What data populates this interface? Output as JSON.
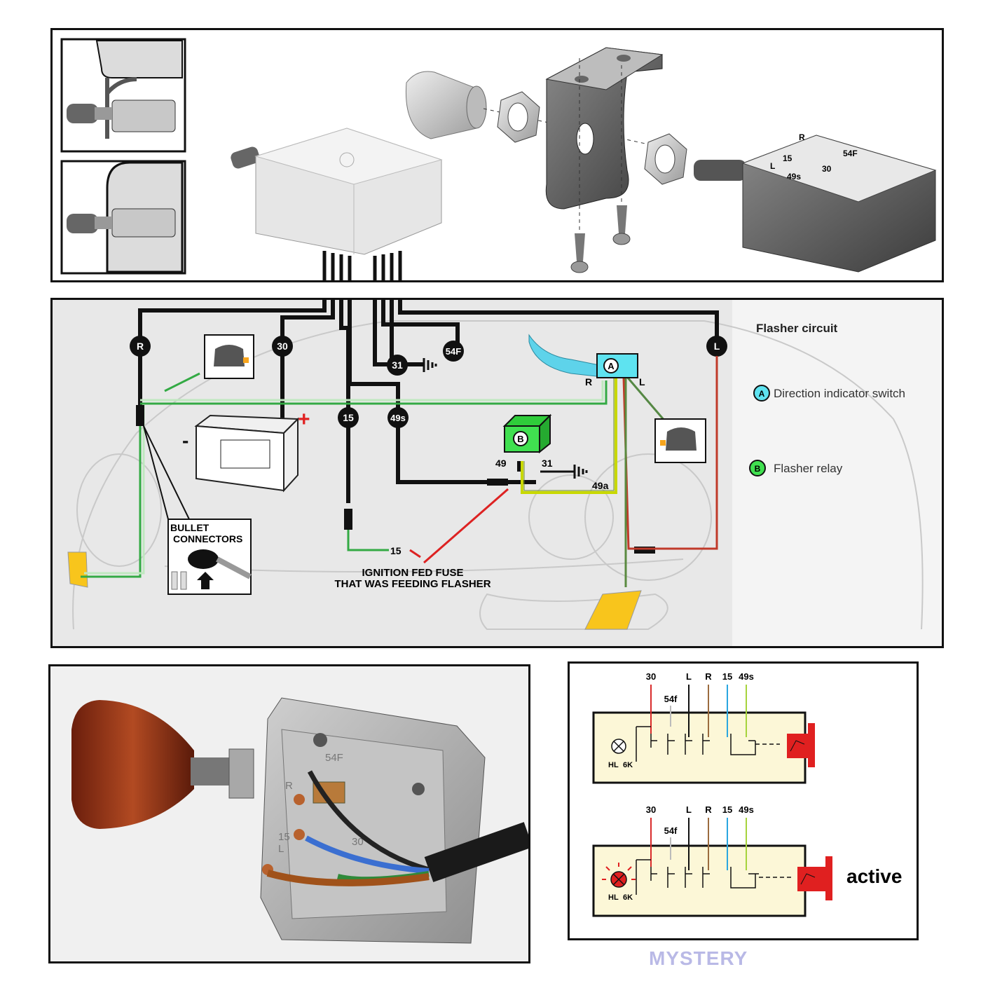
{
  "exploded_view": {
    "terminal_labels": [
      "R",
      "15",
      "54F",
      "L",
      "30",
      "49s"
    ]
  },
  "flasher_circuit": {
    "title": "Flasher circuit",
    "legend": [
      {
        "key": "A",
        "text": "Direction indicator switch",
        "color": "#3fd3ea"
      },
      {
        "key": "B",
        "text": "Flasher relay",
        "color": "#33dd44"
      }
    ],
    "wire_tags": [
      "R",
      "30",
      "54F",
      "31",
      "15",
      "49s",
      "L"
    ],
    "switch_labels": {
      "right": "R",
      "left": "L",
      "key": "A"
    },
    "relay_labels": {
      "key": "B",
      "in": "49",
      "ground": "31",
      "out": "49a"
    },
    "fuse_terminal": "15",
    "plus_sign": "+",
    "minus_sign": "-",
    "bullet_connectors": [
      "BULLET",
      "CONNECTORS"
    ],
    "fuse_note": [
      "IGNITION FED FUSE",
      "THAT WAS FEEDING FLASHER"
    ]
  },
  "switch_diagram": {
    "top_labels": [
      "30",
      "54f",
      "L",
      "R",
      "15",
      "49s"
    ],
    "lamp_labels": [
      "HL",
      "6K"
    ],
    "wire_colors": [
      "#d92b2b",
      "#bbbbbb",
      "#111111",
      "#9b6b3e",
      "#2aa6e0",
      "#a6d33c"
    ],
    "state_active": "active"
  },
  "photo": {
    "terminal_marks": [
      "54F",
      "R",
      "15",
      "30",
      "L"
    ]
  },
  "footer": {
    "caption": "MYSTERY"
  }
}
